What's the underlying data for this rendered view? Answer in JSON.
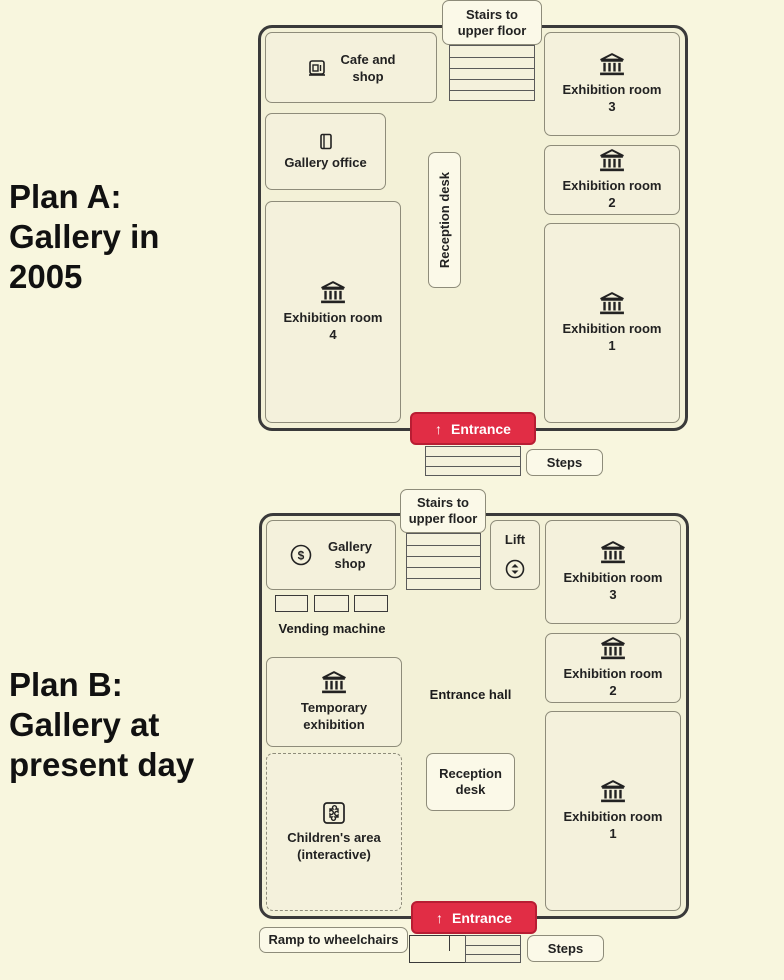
{
  "plan_a": {
    "title": "Plan A:\nGallery in\n2005",
    "stairs_label": "Stairs to\nupper floor",
    "cafe": "Cafe and\nshop",
    "gallery_office": "Gallery office",
    "reception": "Reception desk",
    "exhibition_room_label": "Exhibition room",
    "room_3": "3",
    "room_2": "2",
    "room_1": "1",
    "room_4": "4",
    "entrance": "Entrance",
    "steps": "Steps"
  },
  "plan_b": {
    "title": "Plan B:\nGallery at\npresent day",
    "stairs_label": "Stairs to\nupper floor",
    "gallery_shop": "Gallery\nshop",
    "lift": "Lift",
    "vending": "Vending machine",
    "temporary": "Temporary\nexhibition",
    "entrance_hall": "Entrance hall",
    "reception": "Reception\ndesk",
    "children": "Children's area\n(interactive)",
    "exhibition_room_label": "Exhibition room",
    "room_3": "3",
    "room_2": "2",
    "room_1": "1",
    "entrance": "Entrance",
    "ramp": "Ramp to wheelchairs",
    "steps": "Steps"
  },
  "icons": {
    "exhibition": "museum-icon",
    "cafe": "coffee-machine-icon",
    "office": "notebook-icon",
    "shop": "dollar-coin-icon",
    "lift": "up-down-arrows-icon",
    "children": "puzzle-icon",
    "entrance": "arrow-up-icon"
  },
  "colors": {
    "background": "#f8f6de",
    "entrance": "#e12d45",
    "outline": "#3a3a3a"
  }
}
